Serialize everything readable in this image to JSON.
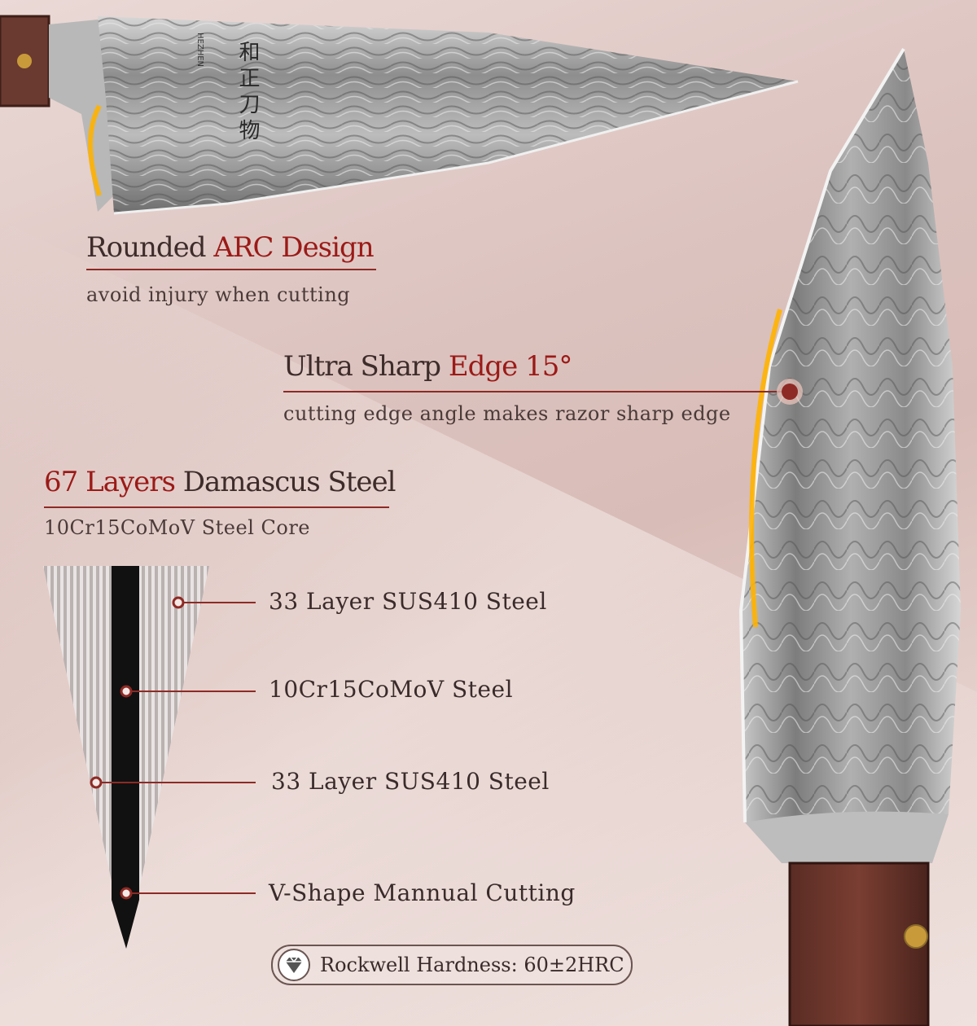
{
  "blade_markings": {
    "brand": "HEZHEN",
    "calligraphy": "和正刀物"
  },
  "features": {
    "arc": {
      "plain": "Rounded ",
      "highlight": "ARC Design",
      "sub": "avoid injury when cutting"
    },
    "edge": {
      "plain": "Ultra Sharp ",
      "highlight": "Edge 15°",
      "sub": "cutting edge angle makes razor sharp edge"
    },
    "layers": {
      "highlight": "67 Layers",
      "plain": " Damascus Steel",
      "sub": "10Cr15CoMoV Steel Core"
    }
  },
  "layer_diagram": {
    "labels": [
      "33 Layer SUS410 Steel",
      "10Cr15CoMoV Steel",
      "33 Layer SUS410 Steel",
      "V-Shape Mannual Cutting"
    ]
  },
  "hardness_badge": {
    "icon": "diamond-icon",
    "text": "Rockwell Hardness: 60±2HRC"
  },
  "colors": {
    "accent_red": "#9b1a17",
    "leader_line": "#8e2a25",
    "highlight_gold": "#ffb300"
  }
}
